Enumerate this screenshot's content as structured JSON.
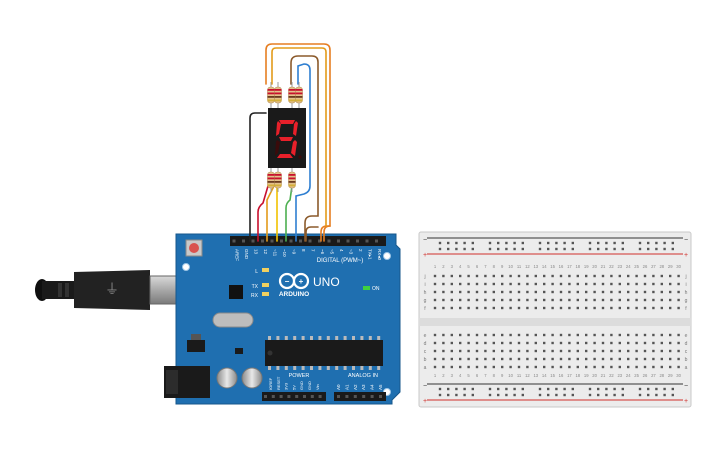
{
  "display": {
    "digit": "9",
    "segment_on_color": "#e8202a",
    "segment_off_color": "#3a0b0b"
  },
  "arduino": {
    "brand_text": "ARDUINO",
    "model_text": "UNO",
    "on_label": "ON",
    "digital_header_label": "DIGITAL (PWM~)",
    "power_header_label": "POWER",
    "analog_header_label": "ANALOG IN",
    "led_labels": [
      "L",
      "TX",
      "RX"
    ],
    "digital_pin_labels": [
      "AREF",
      "GND",
      "13",
      "12",
      "~11",
      "~10",
      "~9",
      "8",
      "7",
      "~6",
      "~5",
      "4",
      "~3",
      "2",
      "TX▸1",
      "RX◂0"
    ],
    "power_pin_labels": [
      "IOREF",
      "RESET",
      "3V3",
      "5V",
      "GND",
      "GND",
      "Vin"
    ],
    "analog_pin_labels": [
      "A0",
      "A1",
      "A2",
      "A3",
      "A4",
      "A5"
    ],
    "board_color": "#1f6fb0"
  },
  "breadboard": {
    "plus_label": "+",
    "minus_label": "−",
    "row_letters_top": [
      "j",
      "i",
      "h",
      "g",
      "f"
    ],
    "row_letters_bottom": [
      "e",
      "d",
      "c",
      "b",
      "a"
    ],
    "column_numbers": [
      "1",
      "2",
      "3",
      "4",
      "5",
      "6",
      "7",
      "8",
      "9",
      "10",
      "11",
      "12",
      "13",
      "14",
      "15",
      "16",
      "17",
      "18",
      "19",
      "20",
      "21",
      "22",
      "23",
      "24",
      "25",
      "26",
      "27",
      "28",
      "29",
      "30"
    ]
  },
  "wires": {
    "colors": [
      "#222222",
      "#c8102e",
      "#e39b1a",
      "#f2c200",
      "#4caf50",
      "#2f7fd1",
      "#8b5a2b",
      "#e67e22"
    ]
  }
}
